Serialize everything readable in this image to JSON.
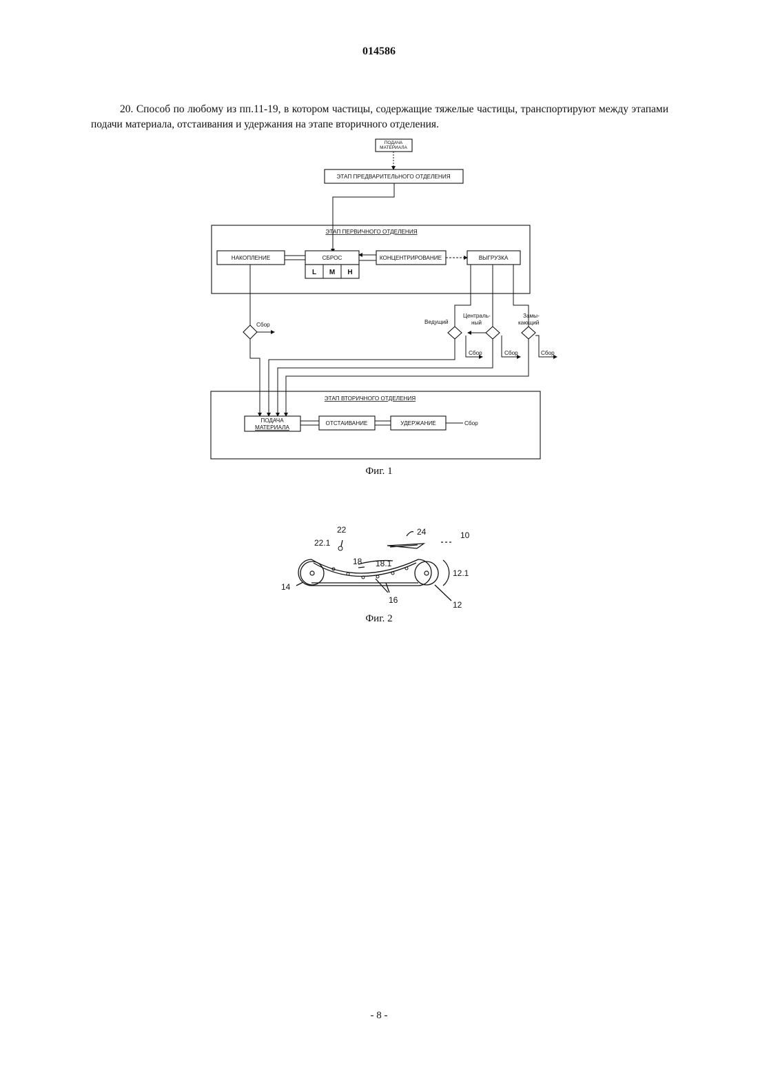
{
  "doc_number": "014586",
  "claim_text": "20. Способ по любому из пп.11-19, в котором частицы, содержащие тяжелые частицы, транспортируют между этапами подачи материала, отстаивания и удержания на этапе вторичного отделения.",
  "fig1": {
    "feed_top": [
      "ПОДАЧА",
      "МАТЕРИАЛА"
    ],
    "pre_separation": "ЭТАП ПРЕДВАРИТЕЛЬНОГО ОТДЕЛЕНИЯ",
    "primary_stage": "ЭТАП ПЕРВИЧНОГО ОТДЕЛЕНИЯ",
    "accumulation": "НАКОПЛЕНИЕ",
    "reset": "СБРОС",
    "reset_cells": [
      "L",
      "M",
      "H"
    ],
    "concentration": "КОНЦЕНТРИРОВАНИЕ",
    "unloading": "ВЫГРУЗКА",
    "collection": "Сбор",
    "leading": "Ведущий",
    "central": [
      "Централь-",
      "ный"
    ],
    "closing": [
      "Замы-",
      "кающий"
    ],
    "secondary_stage": "ЭТАП ВТОРИЧНОГО ОТДЕЛЕНИЯ",
    "feed_bottom": [
      "ПОДАЧА",
      "МАТЕРИАЛА"
    ],
    "settling": "ОТСТАИВАНИЕ",
    "holding": "УДЕРЖАНИЕ",
    "caption": "Фиг. 1"
  },
  "fig2": {
    "labels": {
      "l22": "22",
      "l22_1": "22.1",
      "l24": "24",
      "l10": "10",
      "l18": "18",
      "l18_1": "18.1",
      "l12_1": "12.1",
      "l14": "14",
      "l16": "16",
      "l12": "12"
    },
    "caption": "Фиг. 2"
  },
  "page_number": "- 8 -"
}
